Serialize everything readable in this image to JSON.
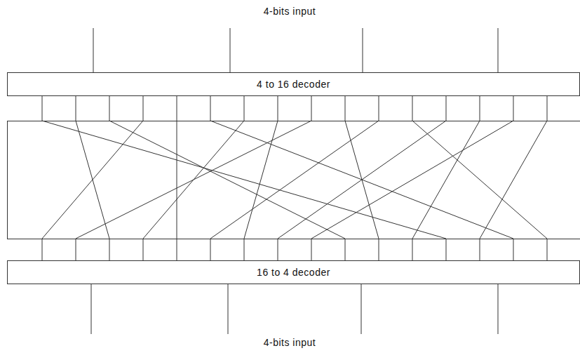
{
  "diagram": {
    "nodes": [
      {
        "text": [
          "4 to 16 decoder"
        ]
      },
      {
        "text": [
          "16 to 4 decoder"
        ]
      }
    ],
    "edges": [
      {
        "from": 0,
        "to": 1,
        "arrow": "none"
      },
      {
        "from": 0,
        "to": 1,
        "arrow": "none"
      },
      {
        "from": 0,
        "to": 1,
        "arrow": "none"
      },
      {
        "from": 0,
        "to": 1,
        "arrow": "none"
      },
      {
        "from": 0,
        "to": 1,
        "arrow": "none"
      },
      {
        "from": 0,
        "to": 1,
        "arrow": "none"
      },
      {
        "from": 0,
        "to": 1,
        "arrow": "none"
      },
      {
        "from": 0,
        "to": 1,
        "arrow": "none"
      },
      {
        "from": 0,
        "to": 1,
        "arrow": "none"
      },
      {
        "from": 0,
        "to": 1,
        "arrow": "none"
      },
      {
        "from": 0,
        "to": 1,
        "arrow": "none"
      },
      {
        "from": 0,
        "to": 1,
        "arrow": "none"
      },
      {
        "from": 0,
        "to": 1,
        "arrow": "none"
      },
      {
        "from": 0,
        "to": 1,
        "arrow": "none"
      },
      {
        "from": 0,
        "to": 1,
        "arrow": "none"
      },
      {
        "from": 0,
        "to": 1,
        "arrow": "none"
      }
    ],
    "labels": [
      "4-bits input",
      "4-bits input"
    ]
  }
}
